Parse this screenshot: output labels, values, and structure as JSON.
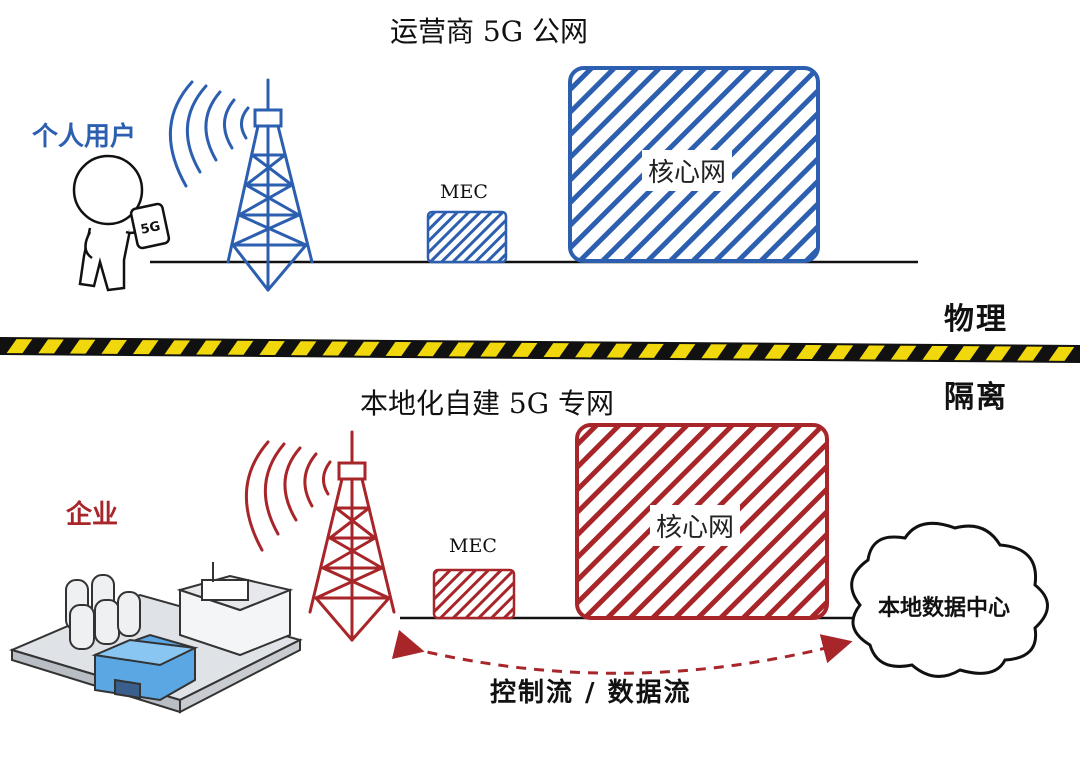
{
  "colors": {
    "public_blue": "#2c5fb0",
    "private_red": "#a8262a",
    "tape_yellow": "#f1d80c",
    "ink": "#111111"
  },
  "public_network": {
    "title": "运营商 5G 公网",
    "user_label": "个人用户",
    "phone_label": "5G",
    "mec_label": "MEC",
    "core_label": "核心网"
  },
  "private_network": {
    "title": "本地化自建 5G 专网",
    "user_label": "企业",
    "mec_label": "MEC",
    "core_label": "核心网",
    "datacenter_label": "本地数据中心",
    "flow_label": "控制流 / 数据流"
  },
  "isolation": {
    "label_line1": "物理",
    "label_line2": "隔离"
  },
  "icons": [
    "person-icon",
    "phone-icon",
    "tower-icon",
    "factory-icon",
    "cloud-icon"
  ]
}
